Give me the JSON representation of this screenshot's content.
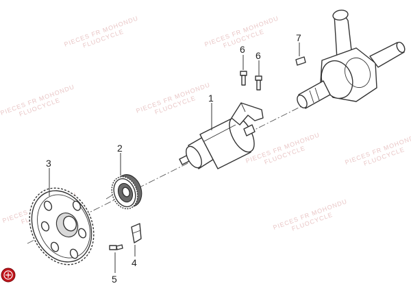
{
  "callouts": [
    {
      "id": "part-1",
      "label": "1"
    },
    {
      "id": "part-2",
      "label": "2"
    },
    {
      "id": "part-3",
      "label": "3"
    },
    {
      "id": "part-4",
      "label": "4"
    },
    {
      "id": "part-5",
      "label": "5"
    },
    {
      "id": "part-6a",
      "label": "6"
    },
    {
      "id": "part-6b",
      "label": "6"
    },
    {
      "id": "part-7",
      "label": "7"
    }
  ],
  "watermark": {
    "line1": "PIECES FR MOHONDU",
    "line2": "FLUOCYCLE"
  },
  "colors": {
    "watermark": "#e9c6c6",
    "logo": "#c0161c"
  },
  "icons": [
    "starter-motor",
    "idler-gear",
    "starter-clutch-gear",
    "crankshaft",
    "bolt-icon",
    "bracket-icon",
    "woodruff-key-icon",
    "brand-logo-icon"
  ]
}
